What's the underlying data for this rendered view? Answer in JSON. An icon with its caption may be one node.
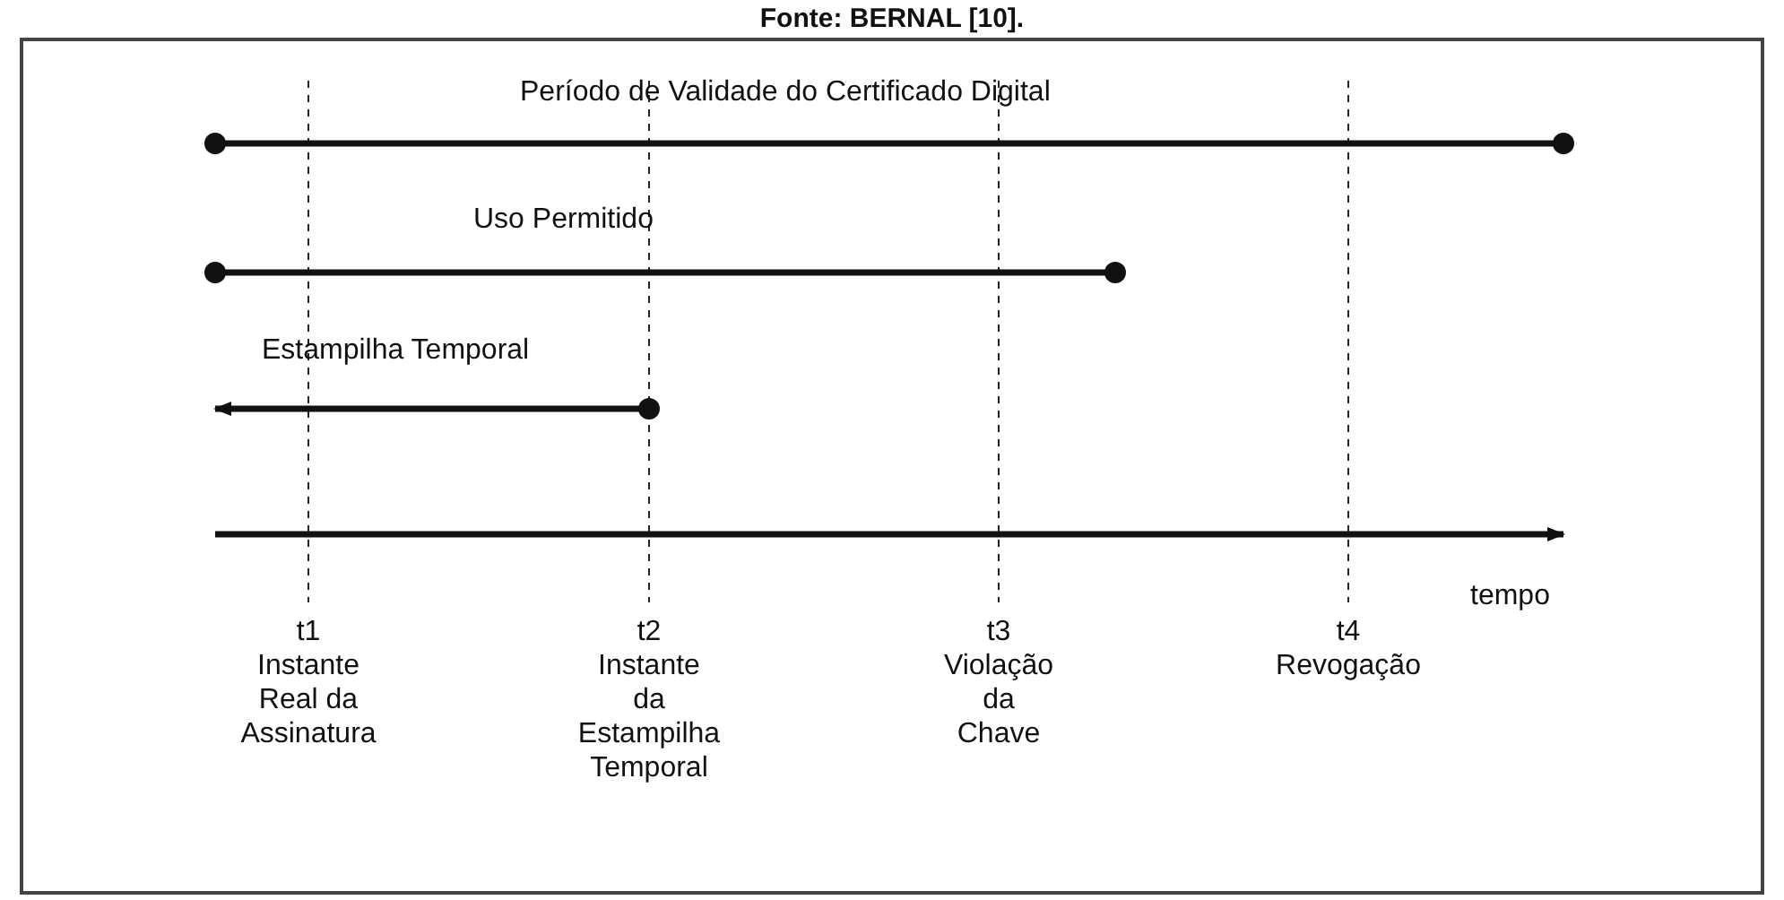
{
  "diagram": {
    "caption": "Fonte: BERNAL [10].",
    "labels": [
      "Período de Validade do Certificado Digital",
      "Uso Permitido",
      "Estampilha Temporal",
      "tempo",
      "t1",
      "Instante Real da Assinatura",
      "t2",
      "Instante da Estampilha Temporal",
      "t3",
      "Violação da Chave",
      "t4",
      "Revogação"
    ]
  }
}
